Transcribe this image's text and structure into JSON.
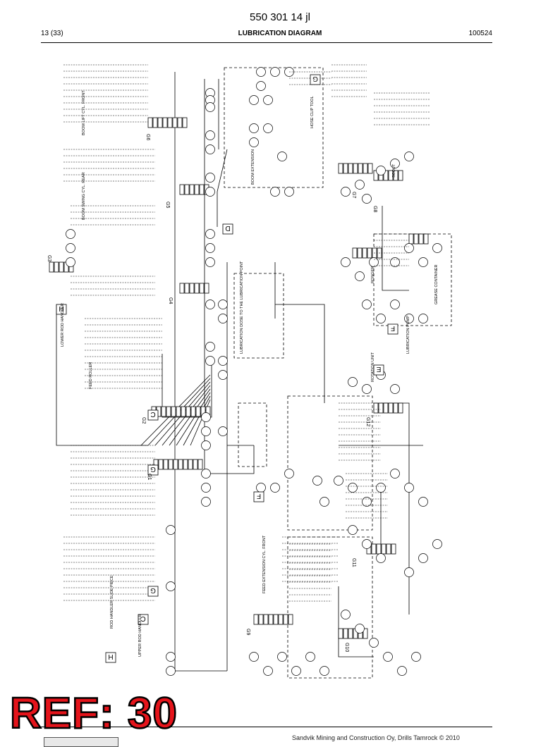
{
  "header": {
    "doc_number": "550 301 14 jl",
    "page": "13 (33)",
    "title": "LUBRICATION DIAGRAM",
    "code": "100524"
  },
  "stamp": {
    "ref_label": "REF: 30",
    "color": "#e5141b"
  },
  "footer": {
    "copyright": "Sandvik Mining and Construction Oy, Drills Tamrock © 2010"
  },
  "diagram": {
    "box_letters": [
      "G",
      "D",
      "H",
      "C",
      "G",
      "F",
      "E",
      "F",
      "G",
      "C",
      "H"
    ],
    "distributor_labels": [
      "G6",
      "G5",
      "G4",
      "G3",
      "G2",
      "G1",
      "G7",
      "G8",
      "G9",
      "G10",
      "G11",
      "G12"
    ],
    "text_blocks": [
      "FEED EXTENSION CYL. FRONT",
      "LUBRICATION DOSE TO THE LUBRICATION POINT",
      "BOOM EXTENSION",
      "HOSE CLIP TOOL",
      "UPPER ROD HANDLER",
      "LOWER ROD HANDLER",
      "ROD HANDLER SLIDE PIECE",
      "BOOM LIFT CYL. FRONT",
      "BOOM SWING CYL. REAR",
      "FEED ROLLER",
      "SCOUT",
      "RONGER",
      "ROTATION UNIT",
      "LUBRICATION PUMP",
      "GREASE CONTAINER"
    ]
  }
}
